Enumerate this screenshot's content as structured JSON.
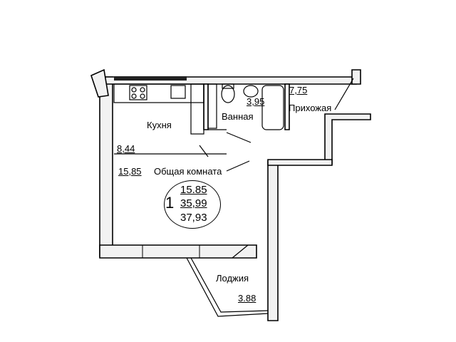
{
  "plan": {
    "rooms": {
      "kitchen": {
        "label": "Кухня",
        "area": "8,44"
      },
      "bathroom": {
        "label": "Ванная",
        "area": "3,95"
      },
      "hallway": {
        "label": "Прихожая",
        "area": "7,75"
      },
      "living": {
        "label": "Общая комната",
        "area": "15,85"
      },
      "loggia": {
        "label": "Лоджия",
        "area": "3.88"
      }
    },
    "summary": {
      "rooms_count": "1",
      "living_area": "15.85",
      "total_area": "35,99",
      "total_with_loggia": "37,93"
    }
  }
}
